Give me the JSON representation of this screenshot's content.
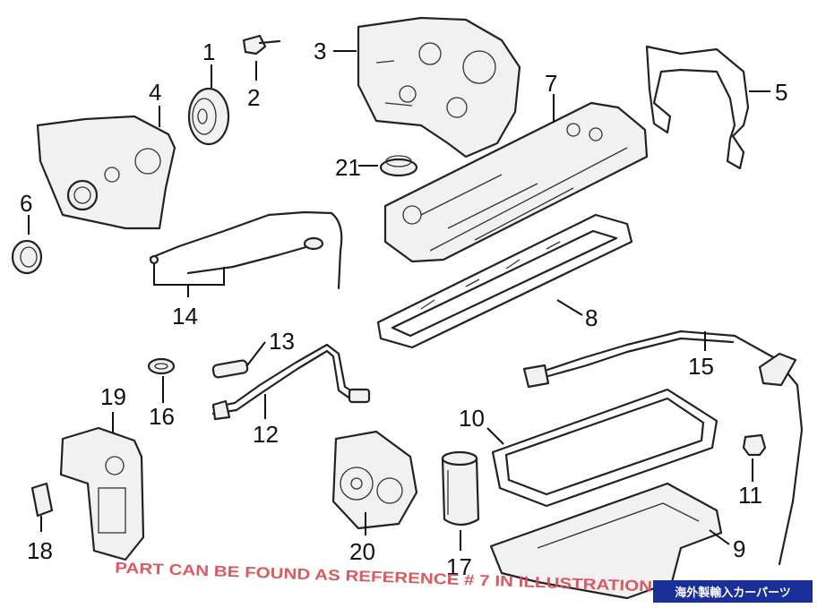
{
  "callouts": {
    "c1": "1",
    "c2": "2",
    "c3": "3",
    "c4": "4",
    "c5": "5",
    "c6": "6",
    "c7": "7",
    "c8": "8",
    "c9": "9",
    "c10": "10",
    "c11": "11",
    "c12": "12",
    "c13": "13",
    "c14": "14",
    "c15": "15",
    "c16": "16",
    "c17": "17",
    "c18": "18",
    "c19": "19",
    "c20": "20",
    "c21": "21"
  },
  "watermark": "PART CAN BE FOUND AS REFERENCE # 7 IN ILLUSTRATION",
  "badge": "海外製輸入カーパーツ",
  "colors": {
    "lineart": "#222222",
    "watermark": "#d44a52",
    "badge_bg": "#1a2f9a",
    "badge_text": "#ffffff"
  }
}
